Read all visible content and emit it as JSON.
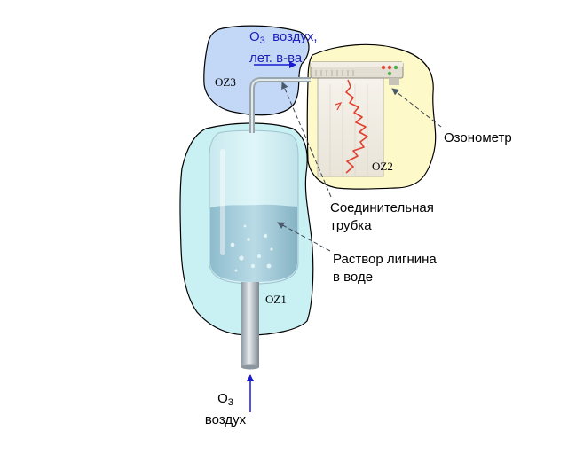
{
  "labels": {
    "top_flow": {
      "line1_o": "O",
      "line1_sub": "3",
      "line1_rest": "  воздух,",
      "line2": "лет. в-ва"
    },
    "ozonometer": "Озонометр",
    "tube": {
      "line1": "Соединительная",
      "line2": "трубка"
    },
    "solution": {
      "line1": "Раствор лигнина",
      "line2": "в воде"
    },
    "bottom_flow": {
      "line1_o": "O",
      "line1_sub": "3",
      "line2": "воздух"
    }
  },
  "zones": {
    "oz1": "OZ1",
    "oz2": "OZ2",
    "oz3": "OZ3"
  },
  "colors": {
    "zone1_fill": "#bfeef2",
    "zone2_fill": "#fdf9c8",
    "zone3_fill": "#c2d8f6",
    "liquid": "#9cc7d6",
    "flow_arrow": "#1a1ad0",
    "recorder_trace": "#e04030"
  }
}
